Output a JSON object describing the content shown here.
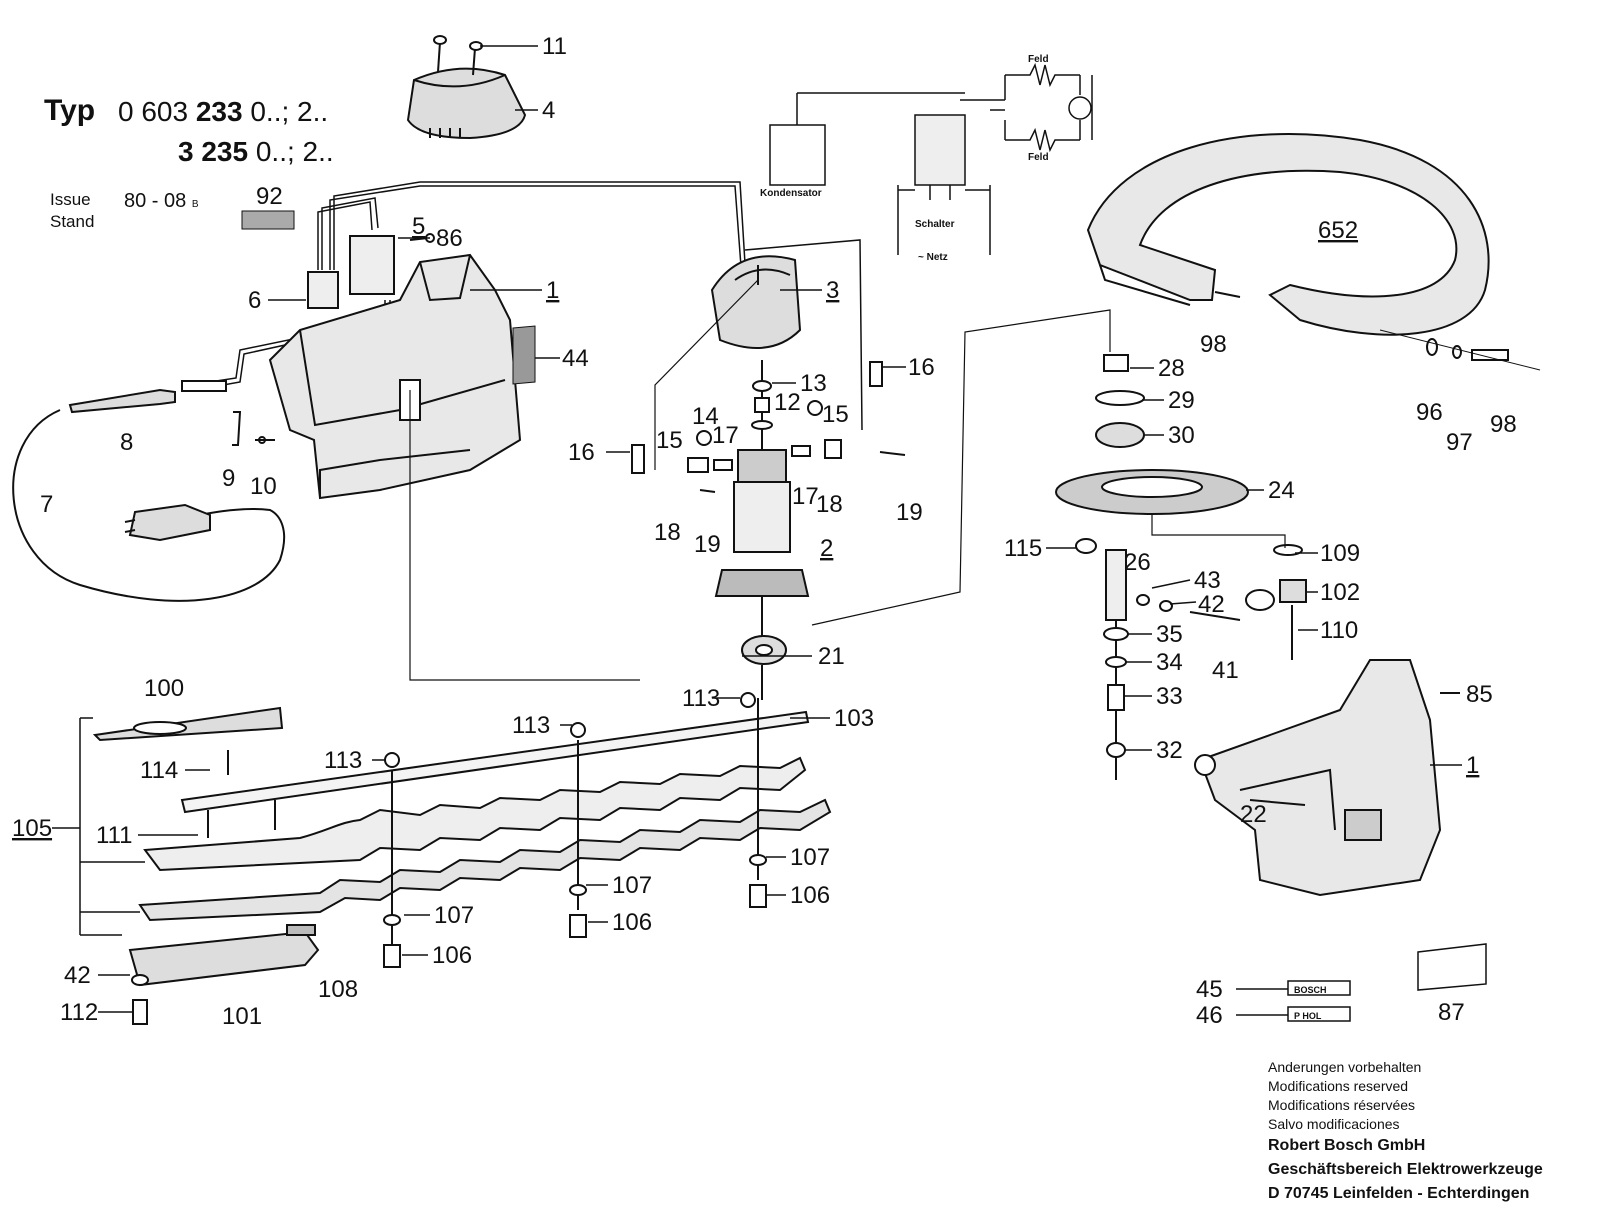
{
  "header": {
    "typ_label": "Typ",
    "line1_prefix": "0 603 ",
    "line1_bold": "233",
    "line1_suffix": " 0..; 2..",
    "line2_bold": "3 235",
    "line2_suffix": " 0..; 2..",
    "issue_label": "Issue",
    "stand_label": "Stand",
    "issue_value": "80 - 08",
    "issue_sup": "B"
  },
  "wiring": {
    "feld_top": "Feld",
    "feld_bottom": "Feld",
    "kondensator": "Kondensator",
    "schalter": "Schalter",
    "netz": "~ Netz"
  },
  "plate_labels": {
    "brand": "BOSCH",
    "model": "P HOL"
  },
  "parts": [
    {
      "id": "p11",
      "text": "11"
    },
    {
      "id": "p4",
      "text": "4"
    },
    {
      "id": "p92",
      "text": "92"
    },
    {
      "id": "p5",
      "text": "5"
    },
    {
      "id": "p86",
      "text": "86"
    },
    {
      "id": "p6",
      "text": "6"
    },
    {
      "id": "p1a",
      "text": "1"
    },
    {
      "id": "p44",
      "text": "44"
    },
    {
      "id": "p8",
      "text": "8"
    },
    {
      "id": "p9",
      "text": "9"
    },
    {
      "id": "p10",
      "text": "10"
    },
    {
      "id": "p7",
      "text": "7"
    },
    {
      "id": "p3",
      "text": "3"
    },
    {
      "id": "p13",
      "text": "13"
    },
    {
      "id": "p16a",
      "text": "16"
    },
    {
      "id": "p16b",
      "text": "16"
    },
    {
      "id": "p14",
      "text": "14"
    },
    {
      "id": "p12",
      "text": "12"
    },
    {
      "id": "p15a",
      "text": "15"
    },
    {
      "id": "p15b",
      "text": "15"
    },
    {
      "id": "p17a",
      "text": "17"
    },
    {
      "id": "p17b",
      "text": "17"
    },
    {
      "id": "p18a",
      "text": "18"
    },
    {
      "id": "p18b",
      "text": "18"
    },
    {
      "id": "p19a",
      "text": "19"
    },
    {
      "id": "p19b",
      "text": "19"
    },
    {
      "id": "p2",
      "text": "2"
    },
    {
      "id": "p21",
      "text": "21"
    },
    {
      "id": "p652",
      "text": "652"
    },
    {
      "id": "p98a",
      "text": "98"
    },
    {
      "id": "p96",
      "text": "96"
    },
    {
      "id": "p97",
      "text": "97"
    },
    {
      "id": "p98b",
      "text": "98"
    },
    {
      "id": "p28",
      "text": "28"
    },
    {
      "id": "p29",
      "text": "29"
    },
    {
      "id": "p30",
      "text": "30"
    },
    {
      "id": "p24",
      "text": "24"
    },
    {
      "id": "p115",
      "text": "115"
    },
    {
      "id": "p26",
      "text": "26"
    },
    {
      "id": "p109",
      "text": "109"
    },
    {
      "id": "p43",
      "text": "43"
    },
    {
      "id": "p42a",
      "text": "42"
    },
    {
      "id": "p102",
      "text": "102"
    },
    {
      "id": "p110",
      "text": "110"
    },
    {
      "id": "p35",
      "text": "35"
    },
    {
      "id": "p41",
      "text": "41"
    },
    {
      "id": "p34",
      "text": "34"
    },
    {
      "id": "p33",
      "text": "33"
    },
    {
      "id": "p32",
      "text": "32"
    },
    {
      "id": "p85",
      "text": "85"
    },
    {
      "id": "p1b",
      "text": "1"
    },
    {
      "id": "p22",
      "text": "22"
    },
    {
      "id": "p100",
      "text": "100"
    },
    {
      "id": "p114",
      "text": "114"
    },
    {
      "id": "p113a",
      "text": "113"
    },
    {
      "id": "p113b",
      "text": "113"
    },
    {
      "id": "p113c",
      "text": "113"
    },
    {
      "id": "p103",
      "text": "103"
    },
    {
      "id": "p105",
      "text": "105"
    },
    {
      "id": "p111",
      "text": "111"
    },
    {
      "id": "p107a",
      "text": "107"
    },
    {
      "id": "p107b",
      "text": "107"
    },
    {
      "id": "p107c",
      "text": "107"
    },
    {
      "id": "p106a",
      "text": "106"
    },
    {
      "id": "p106b",
      "text": "106"
    },
    {
      "id": "p106c",
      "text": "106"
    },
    {
      "id": "p42b",
      "text": "42"
    },
    {
      "id": "p112",
      "text": "112"
    },
    {
      "id": "p101",
      "text": "101"
    },
    {
      "id": "p108",
      "text": "108"
    },
    {
      "id": "p45",
      "text": "45"
    },
    {
      "id": "p46",
      "text": "46"
    },
    {
      "id": "p87",
      "text": "87"
    }
  ],
  "footer": {
    "line1": "Anderungen vorbehalten",
    "line2": "Modifications reserved",
    "line3": "Modifications réservées",
    "line4": "Salvo modificaciones",
    "company1": "Robert Bosch GmbH",
    "company2": "Geschäftsbereich Elektrowerkzeuge",
    "company3": "D 70745 Leinfelden - Echterdingen"
  }
}
